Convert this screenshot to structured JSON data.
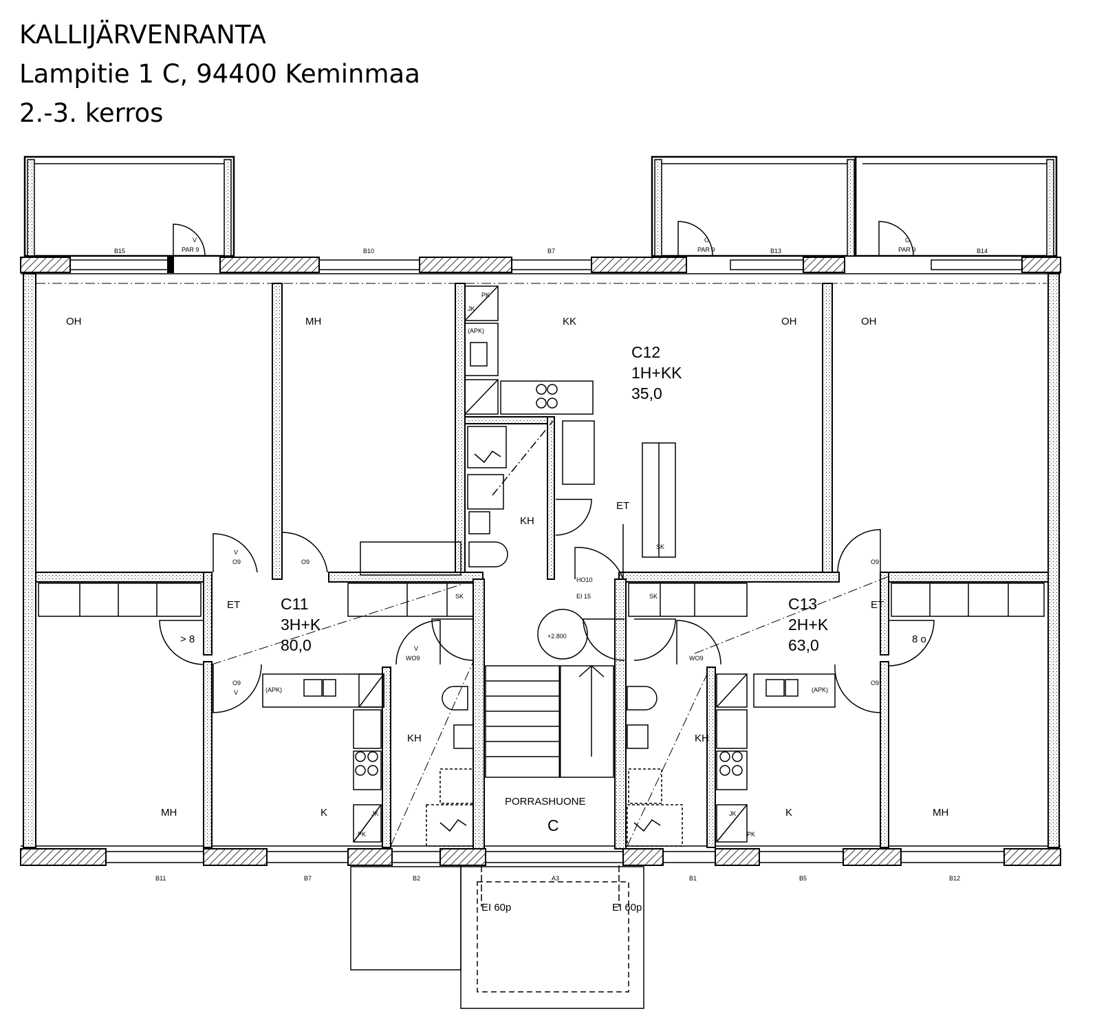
{
  "header": {
    "title": "KALLIJÄRVENRANTA",
    "address": "Lampitie 1 C, 94400 Keminmaa",
    "floor": "2.-3. kerros"
  },
  "apartments": {
    "c11": {
      "id": "C11",
      "type": "3H+K",
      "area": "80,0"
    },
    "c12": {
      "id": "C12",
      "type": "1H+KK",
      "area": "35,0"
    },
    "c13": {
      "id": "C13",
      "type": "2H+K",
      "area": "63,0"
    }
  },
  "rooms": {
    "oh_left": "OH",
    "mh_top_left": "MH",
    "kk": "KK",
    "oh_c12": "OH",
    "oh_right": "OH",
    "kh_c12": "KH",
    "et_c12": "ET",
    "et_c11": "ET",
    "et_c13": "ET",
    "kh_c11": "KH",
    "kh_c13": "KH",
    "k_c11": "K",
    "k_c13": "K",
    "mh_bottom_left": "MH",
    "mh_bottom_right": "MH",
    "stair_name": "PORRASHUONE",
    "stair_letter": "C"
  },
  "marks": {
    "b15": "B15",
    "b10": "B10",
    "b7_top": "B7",
    "b13": "B13",
    "b14": "B14",
    "b11": "B11",
    "b7_bottom": "B7",
    "b2": "B2",
    "a3": "A3",
    "b1": "B1",
    "b5": "B5",
    "b12": "B12",
    "par9_a": "PAR 9",
    "par9_b": "PAR 9",
    "par9_c": "PAR 9",
    "v": "V",
    "o": "O",
    "o9": "O9",
    "v_o9": "V",
    "sk": "SK",
    "pk": "PK",
    "jk": "JK",
    "apk": "(APK)",
    "wo9": "WO9",
    "wo9_v": "V",
    "ho10": "HO10",
    "ei15": "EI 15",
    "b15_door": "B15",
    "level": "+2.800",
    "gt8_left": "> 8",
    "gt8_right": "8 o",
    "ei60_left": "EI 60p",
    "ei60_right": "EI 60p"
  },
  "colors": {
    "line": "#000000",
    "background": "#ffffff"
  }
}
